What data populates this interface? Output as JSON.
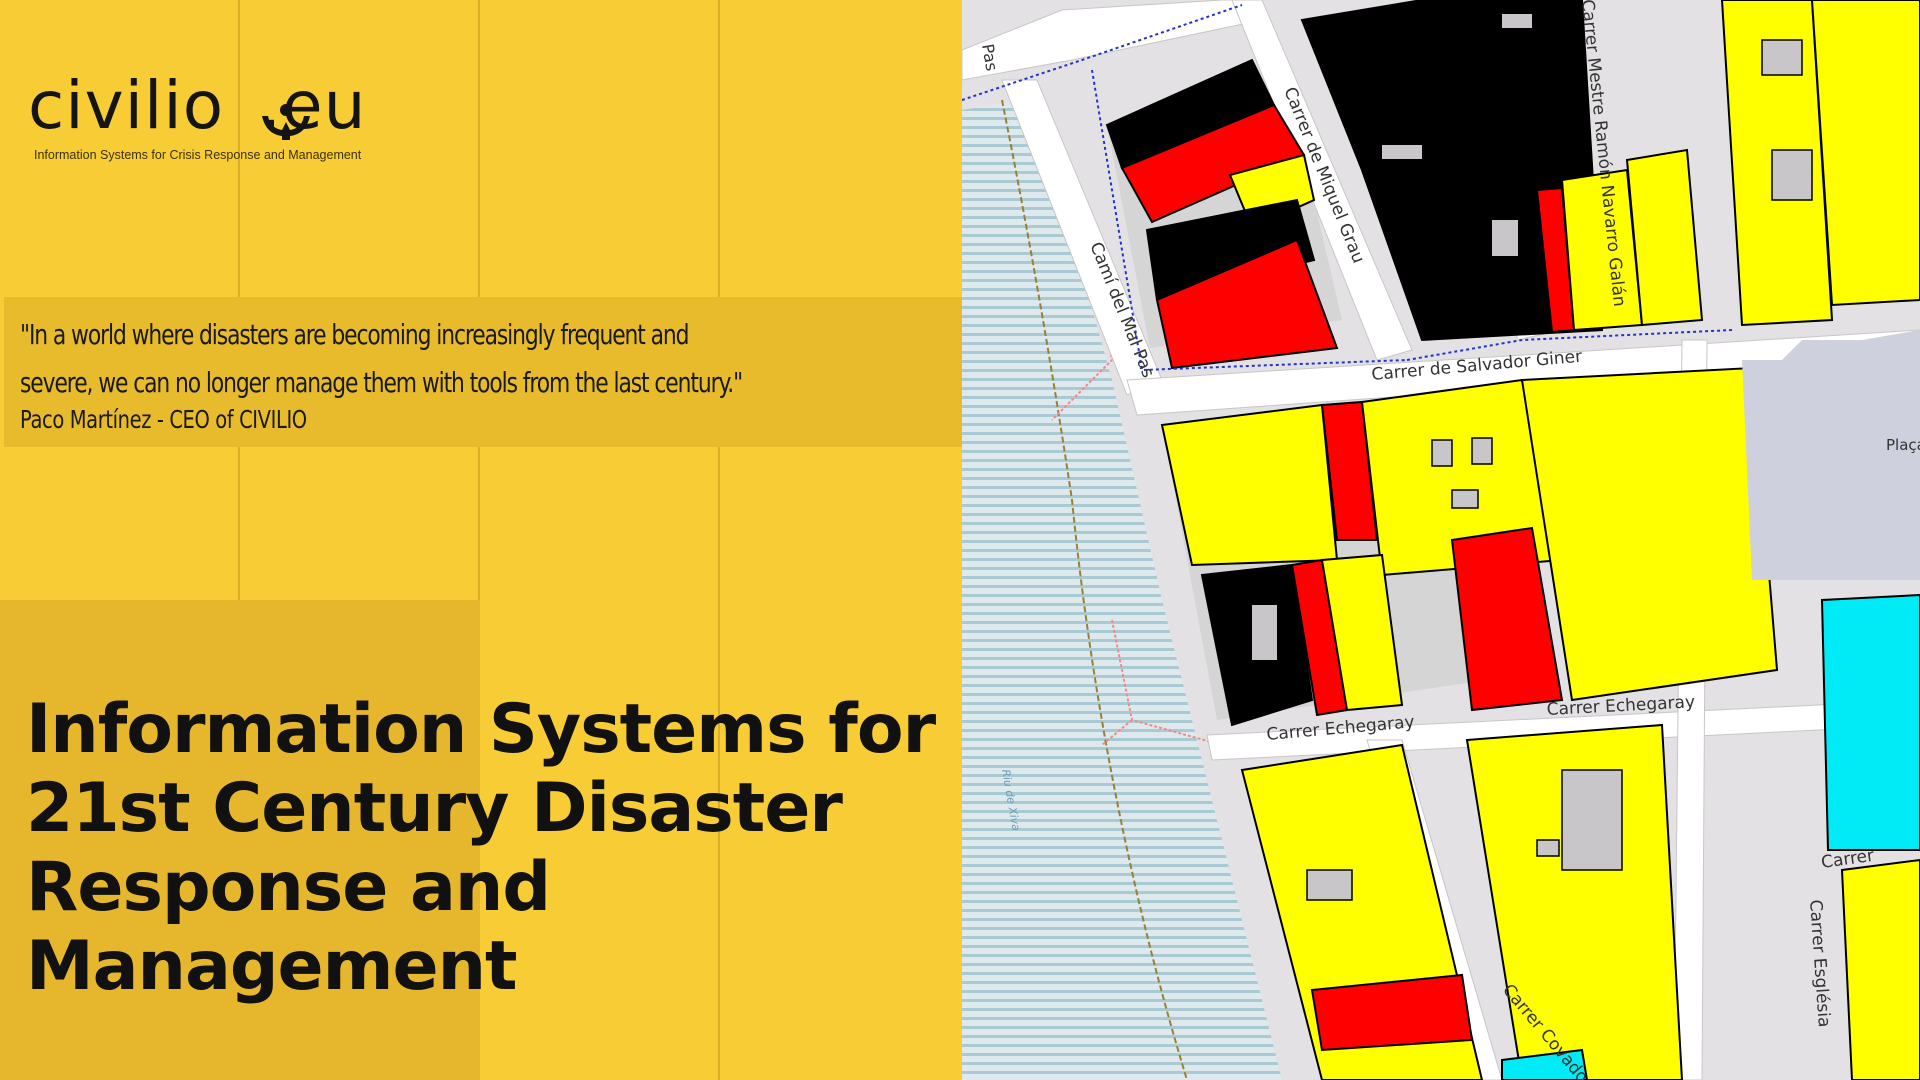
{
  "logo": {
    "wordmark": "civilio",
    "domain": ".eu",
    "tagline": "Information Systems for Crisis Response and Management",
    "icon": "hands-holding-person-icon"
  },
  "quote": {
    "line1": "\"In a world where disasters are becoming increasingly frequent and",
    "line2": "severe, we can no longer manage them with tools from the last century.\"",
    "author": "Paco Martínez  - CEO of CIVILIO"
  },
  "headline": {
    "line1": "Information Systems for",
    "line2": "21st Century Disaster",
    "line3": "Response and",
    "line4": "Management"
  },
  "map": {
    "streets": {
      "pas": "Pas",
      "miquel_grau": "Carrer de Miquel Grau",
      "mestre": "Carrer Mestre Ramón Navarro Galán",
      "cami": "Camí del Mal Pas",
      "salvador": "Carrer de Salvador Giner",
      "echegaray_1": "Carrer Echegaray",
      "echegaray_2": "Carrer Echegaray",
      "covadonga": "Carrer Covadonga",
      "esglesia": "Carrer Església",
      "carrer_short": "Carrer",
      "placa": "Plaça de l'Església de Sant Jordi",
      "river": "Riu de Xiva"
    },
    "legend_colors": {
      "black": "#000000",
      "red": "#ff0000",
      "yellow": "#ffff00",
      "cyan": "#00e5ff"
    }
  },
  "colors": {
    "background": "#f8cc35",
    "quote_band": "#e8bb2d",
    "text": "#111111"
  }
}
